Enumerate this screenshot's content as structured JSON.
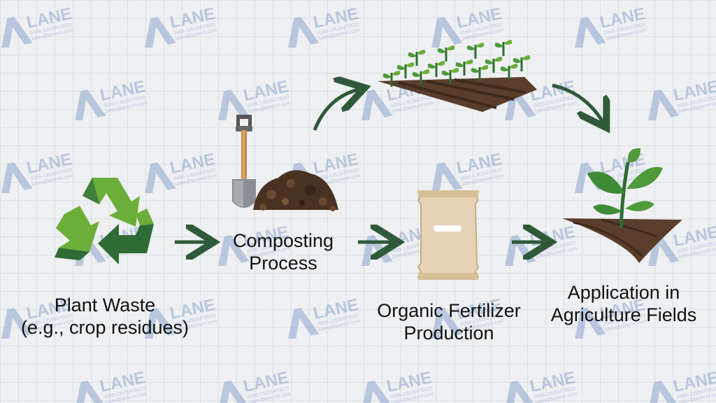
{
  "watermark": {
    "brand": "LANE",
    "phone": "0086-13526470520",
    "email": "sales@lanesm.com"
  },
  "steps": {
    "plant_waste": {
      "line1": "Plant Waste",
      "line2": "(e.g., crop residues)"
    },
    "composting": {
      "line1": "Composting",
      "line2": "Process"
    },
    "fertilizer": {
      "line1": "Organic Fertilizer",
      "line2": "Production"
    },
    "application": {
      "line1": "Application in",
      "line2": "Agriculture Fields"
    }
  },
  "icons": {
    "recycle": "recycle-icon",
    "shovel": "shovel-icon",
    "compost": "compost-pile-icon",
    "crops": "crop-field-icon",
    "bag": "fertilizer-bag-icon",
    "seedling": "seedling-icon",
    "arrow": "arrow-right-icon"
  },
  "colors": {
    "arrow": "#2f5a3a",
    "leaf_light": "#6cae3a",
    "leaf_dark": "#2f6b34",
    "soil": "#5a3d2b",
    "watermark": "#8ea6cf"
  }
}
